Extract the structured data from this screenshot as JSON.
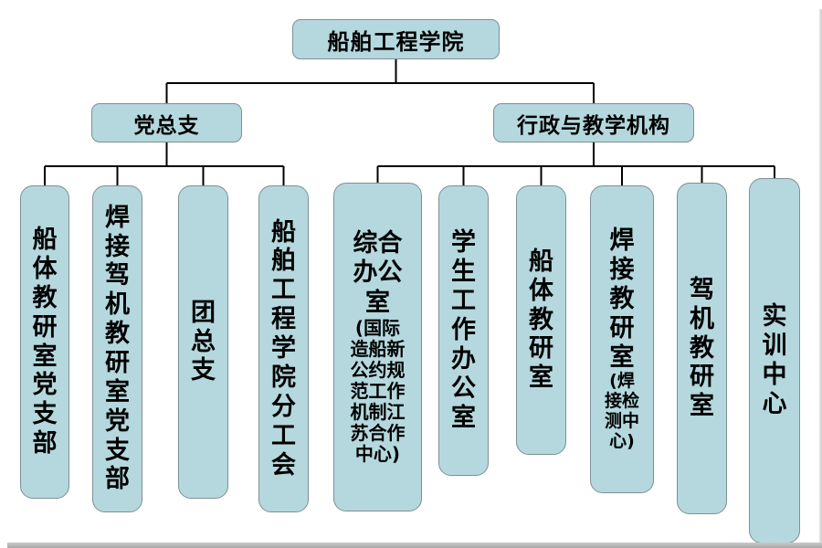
{
  "root": {
    "label": "船舶工程学院"
  },
  "branches": {
    "party": {
      "label": "党总支",
      "children": [
        {
          "label": "船体教研室党支部"
        },
        {
          "label": "焊接驾机教研室党支部"
        },
        {
          "label": "团总支"
        },
        {
          "label": "船舶工程学院分工会"
        }
      ]
    },
    "admin": {
      "label": "行政与教学机构",
      "children": [
        {
          "label": "综合办公室",
          "sub": "(国际造船新公约规范工作机制江苏合作中心)"
        },
        {
          "label": "学生工作办公室"
        },
        {
          "label": "船体教研室"
        },
        {
          "label": "焊接教研室",
          "sub": "(焊接检测中心)"
        },
        {
          "label": "驾机教研室"
        },
        {
          "label": "实训中心"
        }
      ]
    }
  },
  "colors": {
    "node_fill": "#b4d8de",
    "node_border": "#7f8f93",
    "connector": "#000000",
    "text": "#000000",
    "background": "#ffffff"
  }
}
